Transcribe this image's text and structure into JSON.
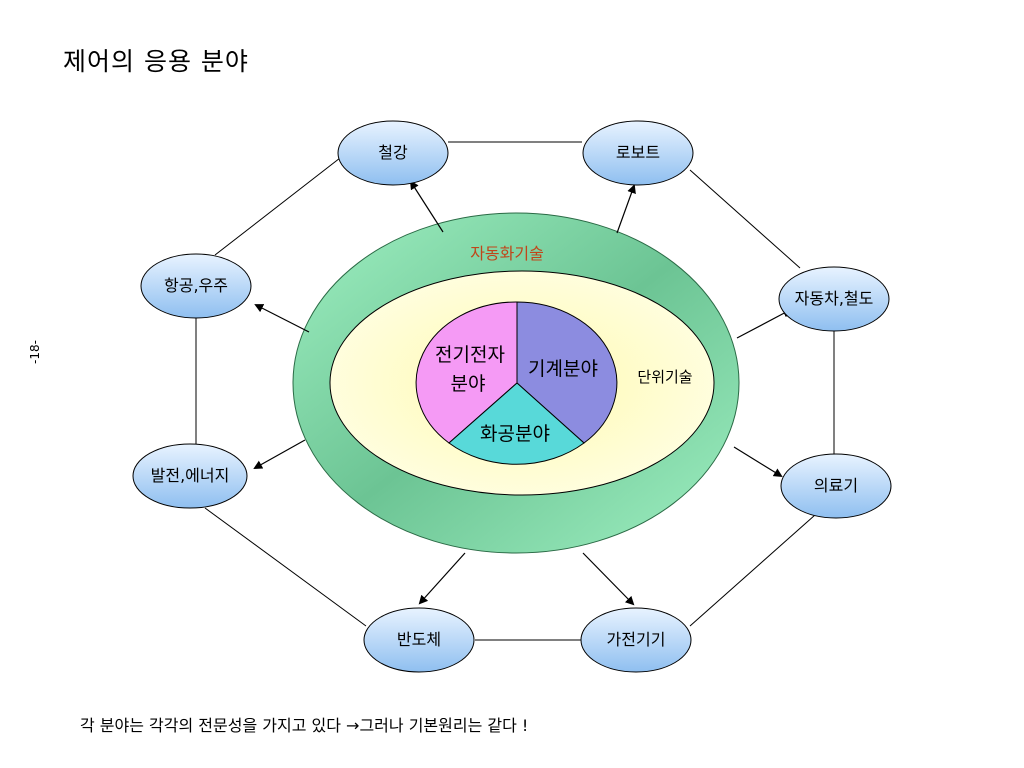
{
  "title": "제어의 응용 분야",
  "page_number": "-18-",
  "caption": "각 분야는 각각의 전문성을 가지고 있다 →그러나 기본원리는 같다 !",
  "diagram": {
    "outer_label": "자동화기술",
    "inner_label": "단위기술",
    "pie": {
      "electric_line1": "전기전자",
      "electric_line2": "분야",
      "mechanical": "기계분야",
      "chemical": "화공분야"
    },
    "nodes": {
      "steel": "철강",
      "robot": "로보트",
      "aerospace": "항공,우주",
      "automobile": "자동차,철도",
      "power": "발전,에너지",
      "medical": "의료기",
      "semiconductor": "반도체",
      "appliance": "가전기기"
    }
  },
  "colors": {
    "outer_ellipse": "#7fd8a6",
    "inner_ellipse": "#fffdc8",
    "pie_electric": "#f59af5",
    "pie_mechanical": "#8c8ce0",
    "pie_chemical": "#58d9d9",
    "node_fill": "#a9cff5",
    "auto_label": "#c0461a"
  }
}
